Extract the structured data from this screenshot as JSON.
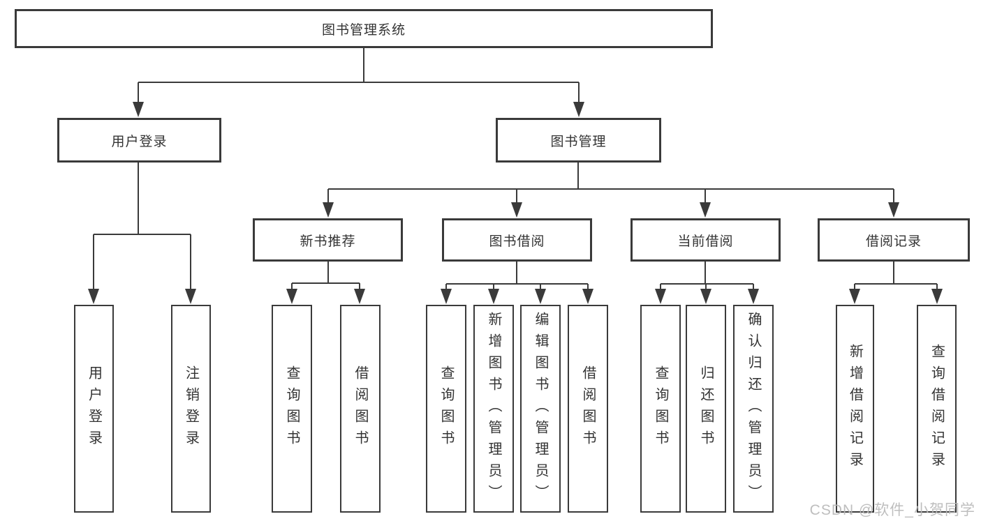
{
  "diagram": {
    "root": {
      "label": "图书管理系统"
    },
    "branches": [
      {
        "label": "用户登录",
        "children": [
          {
            "label": "用户登录"
          },
          {
            "label": "注销登录"
          }
        ]
      },
      {
        "label": "图书管理",
        "sections": [
          {
            "label": "新书推荐",
            "children": [
              {
                "label": "查询图书"
              },
              {
                "label": "借阅图书"
              }
            ]
          },
          {
            "label": "图书借阅",
            "children": [
              {
                "label": "查询图书"
              },
              {
                "label": "新增图书（管理员）"
              },
              {
                "label": "编辑图书（管理员）"
              },
              {
                "label": "借阅图书"
              }
            ]
          },
          {
            "label": "当前借阅",
            "children": [
              {
                "label": "查询图书"
              },
              {
                "label": "归还图书"
              },
              {
                "label": "确认归还（管理员）"
              }
            ]
          },
          {
            "label": "借阅记录",
            "children": [
              {
                "label": "新增借阅记录"
              },
              {
                "label": "查询借阅记录"
              }
            ]
          }
        ]
      }
    ]
  },
  "watermark": {
    "text": "CSDN @软件_小贺同学"
  },
  "colors": {
    "line": "#3a3a3a",
    "box_border": "#3a3a3a",
    "text": "#333333",
    "background": "#ffffff",
    "watermark": "#b9b9b9"
  }
}
